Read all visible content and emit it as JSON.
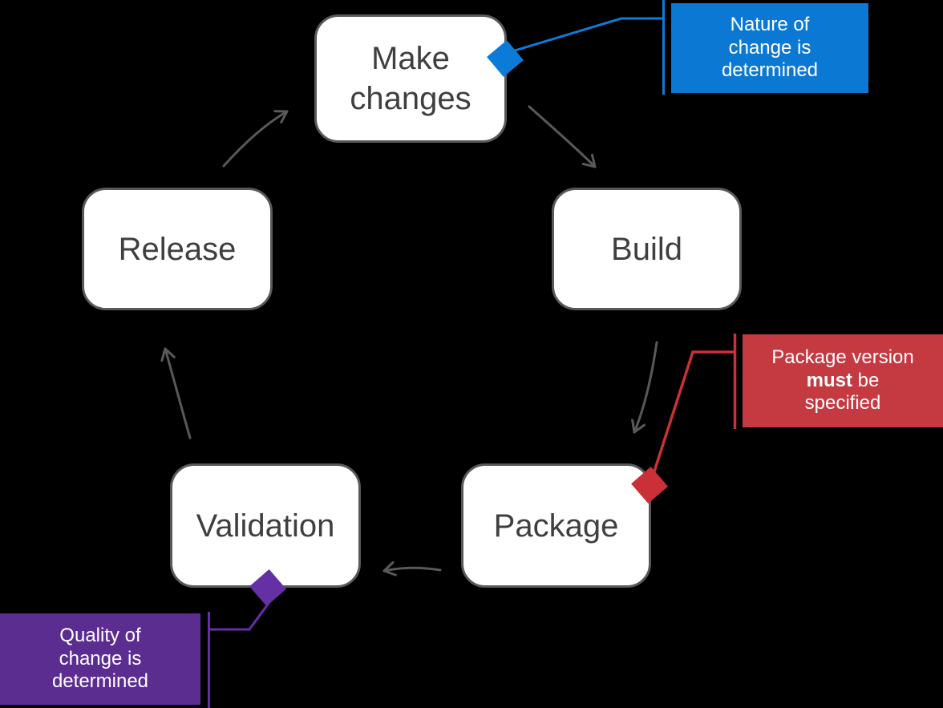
{
  "diagram": {
    "nodes": [
      {
        "id": "make-changes",
        "label": "Make changes"
      },
      {
        "id": "build",
        "label": "Build"
      },
      {
        "id": "package",
        "label": "Package"
      },
      {
        "id": "validation",
        "label": "Validation"
      },
      {
        "id": "release",
        "label": "Release"
      }
    ],
    "callouts": {
      "blue": {
        "text": "Nature of\nchange is\ndetermined"
      },
      "red": {
        "line1": "Package version",
        "bold_word": "must",
        "after_bold": " be",
        "line2": "specified"
      },
      "purple": {
        "text": "Quality of\nchange is\ndetermined"
      }
    }
  },
  "colors": {
    "background": "#000000",
    "node_fill": "#FFFFFF",
    "node_border": "#595959",
    "node_text": "#3F3F3F",
    "arrow": "#595959",
    "blue": "#0B79D4",
    "blue_accent": "#0C7BD8",
    "red": "#C43A40",
    "red_accent": "#CB3038",
    "purple": "#5C2D91",
    "purple_accent": "#6430A4",
    "callout_text": "#FFFFFF"
  }
}
